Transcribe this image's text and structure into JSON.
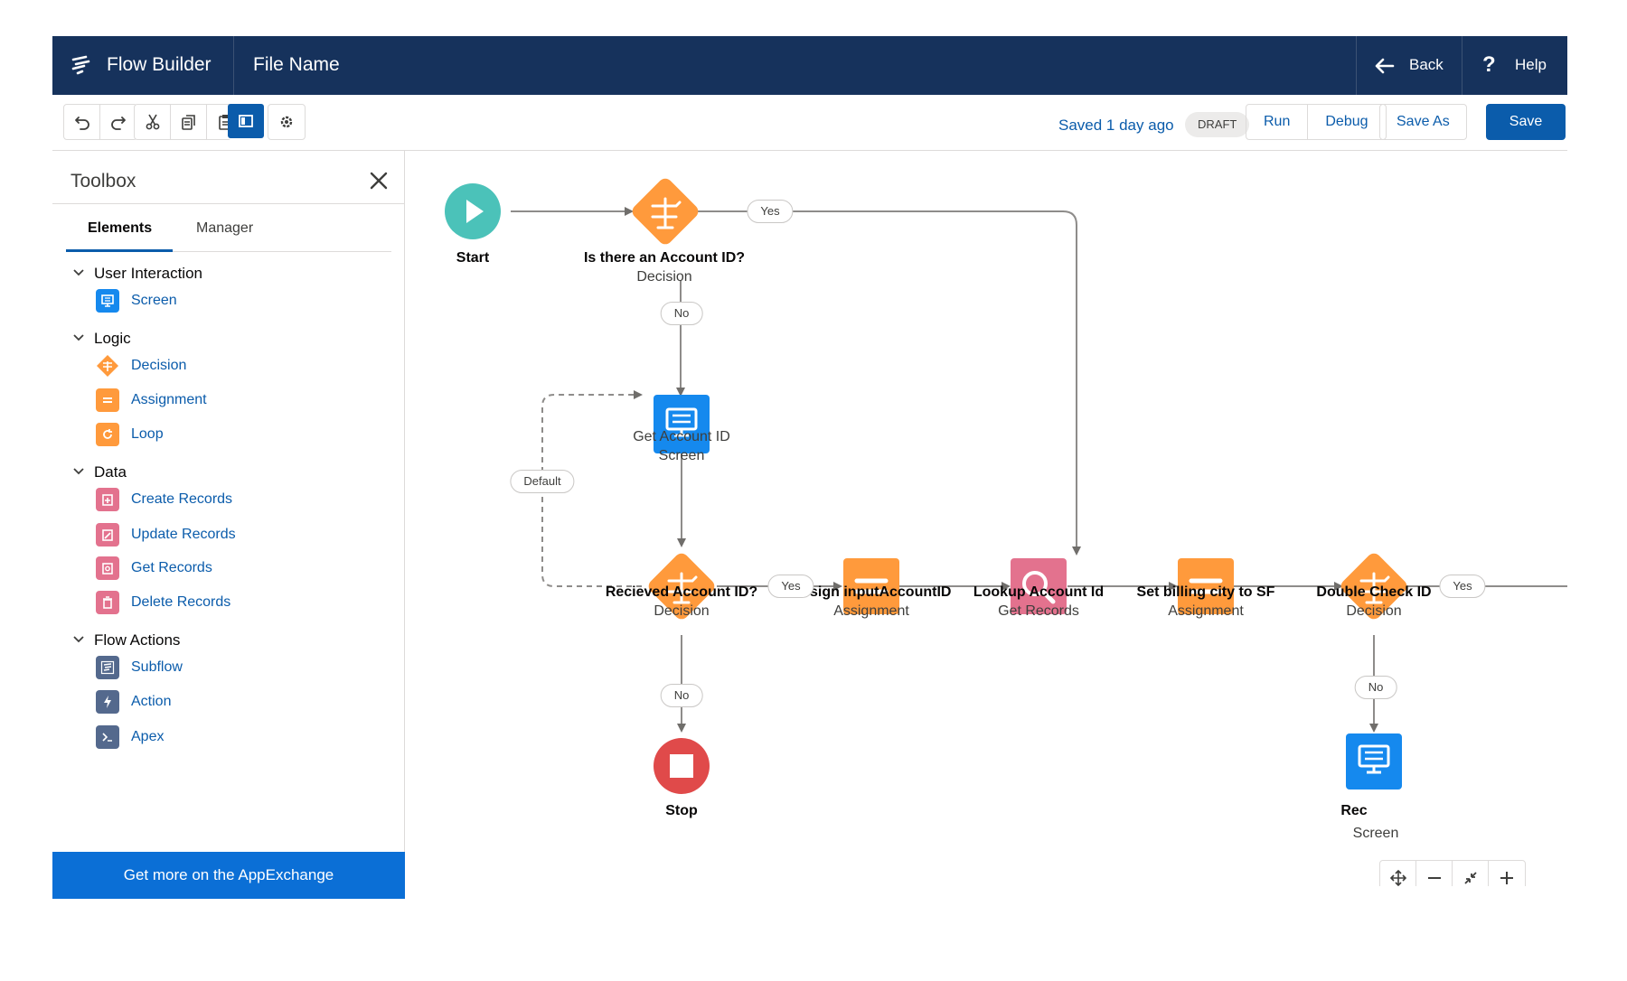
{
  "header": {
    "app_title": "Flow Builder",
    "file_name": "File Name",
    "back_label": "Back",
    "help_label": "Help"
  },
  "toolbar": {
    "undo_icon": "undo-icon",
    "redo_icon": "redo-icon",
    "cut_icon": "cut-icon",
    "copy_icon": "copy-icon",
    "paste_icon": "paste-icon",
    "toggle_panel_icon": "panel-icon",
    "settings_icon": "gear-icon",
    "saved_status": "Saved 1 day ago",
    "draft_badge": "DRAFT",
    "run_label": "Run",
    "debug_label": "Debug",
    "save_as_label": "Save As",
    "save_label": "Save"
  },
  "toolbox": {
    "title": "Toolbox",
    "tabs": [
      {
        "label": "Elements",
        "active": true
      },
      {
        "label": "Manager",
        "active": false
      }
    ],
    "sections": [
      {
        "label": "User Interaction",
        "items": [
          {
            "label": "Screen",
            "icon": "screen-icon",
            "color": "#1589ee"
          }
        ]
      },
      {
        "label": "Logic",
        "items": [
          {
            "label": "Decision",
            "icon": "decision-icon",
            "color": "#ff9a3c"
          },
          {
            "label": "Assignment",
            "icon": "assignment-icon",
            "color": "#ff9a3c"
          },
          {
            "label": "Loop",
            "icon": "loop-icon",
            "color": "#ff9a3c"
          }
        ]
      },
      {
        "label": "Data",
        "items": [
          {
            "label": "Create Records",
            "icon": "create-records-icon",
            "color": "#e3728e"
          },
          {
            "label": "Update Records",
            "icon": "update-records-icon",
            "color": "#e3728e"
          },
          {
            "label": "Get Records",
            "icon": "get-records-icon",
            "color": "#e3728e"
          },
          {
            "label": "Delete Records",
            "icon": "delete-records-icon",
            "color": "#e3728e"
          }
        ]
      },
      {
        "label": "Flow Actions",
        "items": [
          {
            "label": "Subflow",
            "icon": "subflow-icon",
            "color": "#54698d"
          },
          {
            "label": "Action",
            "icon": "action-icon",
            "color": "#54698d"
          },
          {
            "label": "Apex",
            "icon": "apex-icon",
            "color": "#54698d"
          }
        ]
      }
    ],
    "appexchange_label": "Get more on the AppExchange"
  },
  "canvas": {
    "nodes": [
      {
        "id": "start",
        "title": "Start",
        "subtitle": "",
        "kind": "start"
      },
      {
        "id": "decision1",
        "title": "Is there an Account ID?",
        "subtitle": "Decision",
        "kind": "decision"
      },
      {
        "id": "screen1",
        "title": "Get Account ID",
        "subtitle": "Screen",
        "kind": "screen"
      },
      {
        "id": "decision2",
        "title": "Recieved Account ID?",
        "subtitle": "Decision",
        "kind": "decision"
      },
      {
        "id": "assign1",
        "title": "Assign inputAccountID",
        "subtitle": "Assignment",
        "kind": "assignment"
      },
      {
        "id": "lookup",
        "title": "Lookup Account Id",
        "subtitle": "Get Records",
        "kind": "get-records"
      },
      {
        "id": "assign2",
        "title": "Set billing city to SF",
        "subtitle": "Assignment",
        "kind": "assignment"
      },
      {
        "id": "decision3",
        "title": "Double Check ID",
        "subtitle": "Decision",
        "kind": "decision"
      },
      {
        "id": "stop",
        "title": "Stop",
        "subtitle": "",
        "kind": "stop"
      },
      {
        "id": "screen2",
        "title": "Rec",
        "subtitle": "Screen",
        "kind": "screen"
      }
    ],
    "connector_labels": {
      "d1_yes": "Yes",
      "d1_no": "No",
      "default": "Default",
      "d2_yes": "Yes",
      "d2_no": "No",
      "d3_yes": "Yes",
      "d3_no": "No"
    },
    "colors": {
      "start": "#4bc2b9",
      "decision": "#ff9a3c",
      "screen": "#1589ee",
      "get_records": "#e3728e",
      "stop": "#e04a4a",
      "header": "#16325c",
      "brand": "#0b5cab"
    },
    "zoom_controls": [
      "move-icon",
      "zoom-out-icon",
      "fit-icon",
      "zoom-in-icon"
    ]
  }
}
